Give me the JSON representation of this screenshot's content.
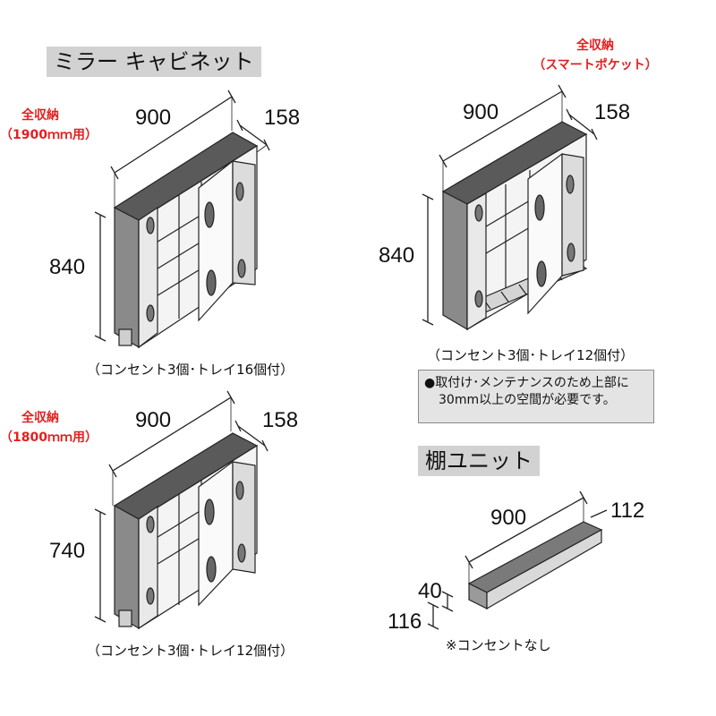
{
  "sections": {
    "mirror_cabinet_title": "ミラー キャビネット",
    "shelf_unit_title": "棚ユニット"
  },
  "variants": [
    {
      "label_line1": "全収納",
      "label_line2": "（1900ｍｍ用）",
      "width": "900",
      "depth": "158",
      "height": "840",
      "caption": "（コンセント3個･トレイ16個付）"
    },
    {
      "label_line1": "全収納",
      "label_line2": "（スマートポケット）",
      "width": "900",
      "depth": "158",
      "height": "840",
      "caption": "（コンセント3個･トレイ12個付）"
    },
    {
      "label_line1": "全収納",
      "label_line2": "（1800ｍｍ用）",
      "width": "900",
      "depth": "158",
      "height": "740",
      "caption": "（コンセント3個･トレイ12個付）"
    }
  ],
  "note": {
    "line1": "●取付け･メンテナンスのため上部に",
    "line2": "30mm以上の空間が必要です。"
  },
  "shelf_unit": {
    "width": "900",
    "depth": "112",
    "height": "40",
    "offset": "116",
    "caption": "※コンセントなし"
  },
  "colors": {
    "accent_red": "#e41f1f",
    "title_bg": "#d2d2d2",
    "note_bg": "#e4e4e4"
  }
}
